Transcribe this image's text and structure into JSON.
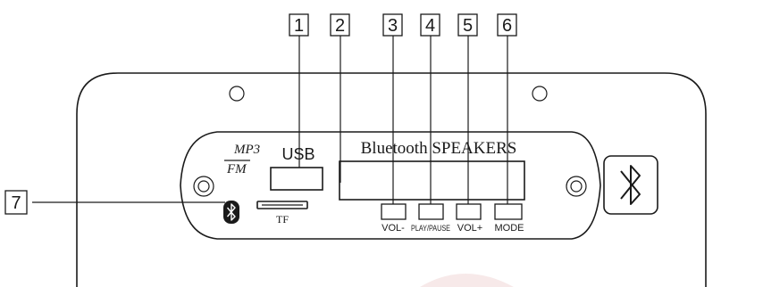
{
  "callouts": [
    {
      "number": "1",
      "target": "usb-port"
    },
    {
      "number": "2",
      "target": "display-window"
    },
    {
      "number": "3",
      "target": "vol-minus-button"
    },
    {
      "number": "4",
      "target": "play-pause-button"
    },
    {
      "number": "5",
      "target": "vol-plus-button"
    },
    {
      "number": "6",
      "target": "mode-button"
    },
    {
      "number": "7",
      "target": "bluetooth-indicator"
    }
  ],
  "panel": {
    "logo_top": "MP3",
    "logo_bottom": "FM",
    "usb_label": "USB",
    "title": "Bluetooth SPEAKERS",
    "tf_label": "TF",
    "buttons": [
      "VOL-",
      "PLAY/PAUSE",
      "VOL+",
      "MODE"
    ]
  },
  "colors": {
    "line": "#1a1a1a",
    "background": "#ffffff",
    "watermark": "#e8c4c4"
  },
  "icons": [
    "bluetooth-icon",
    "screw-icon"
  ]
}
